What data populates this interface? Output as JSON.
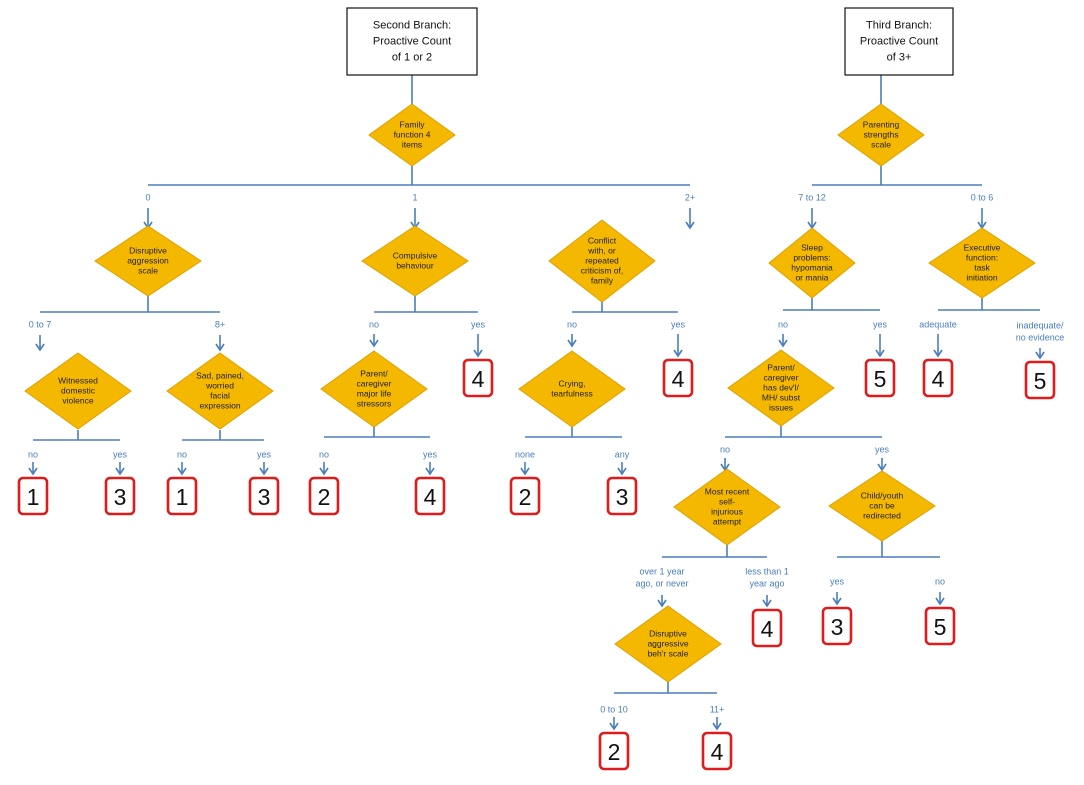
{
  "titles": {
    "second": [
      "Second Branch:",
      "Proactive Count",
      "of 1 or 2"
    ],
    "third": [
      "Third Branch:",
      "Proactive Count",
      "of 3+"
    ]
  },
  "diamonds": {
    "family_function": [
      "Family",
      "function 4",
      "items"
    ],
    "disruptive_aggression": [
      "Disruptive",
      "aggression",
      "scale"
    ],
    "compulsive": [
      "Compulsive",
      "behaviour"
    ],
    "conflict": [
      "Conflict",
      "with, or",
      "repeated",
      "criticism of,",
      "family"
    ],
    "witnessed": [
      "Witnessed",
      "domestic",
      "violence"
    ],
    "sad": [
      "Sad, pained,",
      "worried",
      "facial",
      "expression"
    ],
    "parent_stressors": [
      "Parent/",
      "caregiver",
      "major life",
      "stressors"
    ],
    "crying": [
      "Crying,",
      "tearfulness"
    ],
    "parenting_strengths": [
      "Parenting",
      "strengths",
      "scale"
    ],
    "sleep": [
      "Sleep",
      "problems:",
      "hypomania",
      "or mania"
    ],
    "executive": [
      "Executive",
      "function:",
      "task",
      "initiation"
    ],
    "parent_issues": [
      "Parent/",
      "caregiver",
      "has dev'l/",
      "MH/ subst",
      "issues"
    ],
    "self_injurious": [
      "Most recent",
      "self-",
      "injurious",
      "attempt"
    ],
    "redirected": [
      "Child/youth",
      "can be",
      "redirected"
    ],
    "disruptive_behr": [
      "Disruptive",
      "aggressive",
      "beh'r scale"
    ]
  },
  "edge_labels": {
    "ff_0": [
      "0"
    ],
    "ff_1": [
      "1"
    ],
    "ff_2": [
      "2+"
    ],
    "da_lo": [
      "0 to 7"
    ],
    "da_hi": [
      "8+"
    ],
    "wit_no": [
      "no"
    ],
    "wit_yes": [
      "yes"
    ],
    "sad_no": [
      "no"
    ],
    "sad_yes": [
      "yes"
    ],
    "comp_no": [
      "no"
    ],
    "comp_yes": [
      "yes"
    ],
    "ps_no": [
      "no"
    ],
    "ps_yes": [
      "yes"
    ],
    "conf_no": [
      "no"
    ],
    "conf_yes": [
      "yes"
    ],
    "cry_none": [
      "none"
    ],
    "cry_any": [
      "any"
    ],
    "pstr_hi": [
      "7 to 12"
    ],
    "pstr_lo": [
      "0 to 6"
    ],
    "sleep_no": [
      "no"
    ],
    "sleep_yes": [
      "yes"
    ],
    "exec_adequate": [
      "adequate"
    ],
    "exec_inadequate": [
      "inadequate/",
      "no evidence"
    ],
    "pi_no": [
      "no"
    ],
    "pi_yes": [
      "yes"
    ],
    "si_over": [
      "over 1 year",
      "ago, or never"
    ],
    "si_less": [
      "less than 1",
      "year ago"
    ],
    "red_yes": [
      "yes"
    ],
    "red_no": [
      "no"
    ],
    "db_lo": [
      "0 to 10"
    ],
    "db_hi": [
      "11+"
    ]
  },
  "leaves": {
    "wit_no": "1",
    "wit_yes": "3",
    "sad_no": "1",
    "sad_yes": "3",
    "ps_no": "2",
    "ps_yes": "4",
    "comp_yes": "4",
    "cry_none": "2",
    "cry_any": "3",
    "conf_yes": "4",
    "sleep_yes": "5",
    "exec_adequate": "4",
    "exec_inadequate": "5",
    "si_less": "4",
    "red_yes": "3",
    "red_no": "5",
    "db_lo": "2",
    "db_hi": "4"
  },
  "colors": {
    "diamond_fill": "#f5b800",
    "connector": "#4a7ebb",
    "leaf_border": "#e01b1b"
  }
}
